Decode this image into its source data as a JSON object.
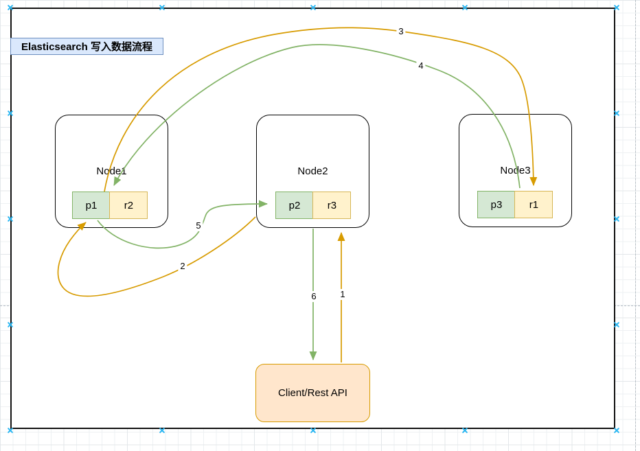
{
  "diagram_title": "Elasticsearch 写入数据流程",
  "nodes": [
    {
      "name": "Node1",
      "primary_shard": "p1",
      "replica_shard": "r2"
    },
    {
      "name": "Node2",
      "primary_shard": "p2",
      "replica_shard": "r3"
    },
    {
      "name": "Node3",
      "primary_shard": "p3",
      "replica_shard": "r1"
    }
  ],
  "client": {
    "label": "Client/Rest API"
  },
  "steps": [
    "1",
    "2",
    "3",
    "4",
    "5",
    "6"
  ],
  "colors": {
    "request_arrow": "#D79B00",
    "response_arrow": "#82B366",
    "primary_shard_fill": "#D5E8D4",
    "primary_shard_border": "#82B366",
    "replica_shard_fill": "#FFF2CC",
    "replica_shard_border": "#D6B656",
    "client_fill": "#FFE6CC",
    "client_border": "#D79B00",
    "title_fill": "#DAE8FC",
    "title_border": "#6C8EBF",
    "page_border": "#111111",
    "selection_handle": "#29B6F2"
  }
}
